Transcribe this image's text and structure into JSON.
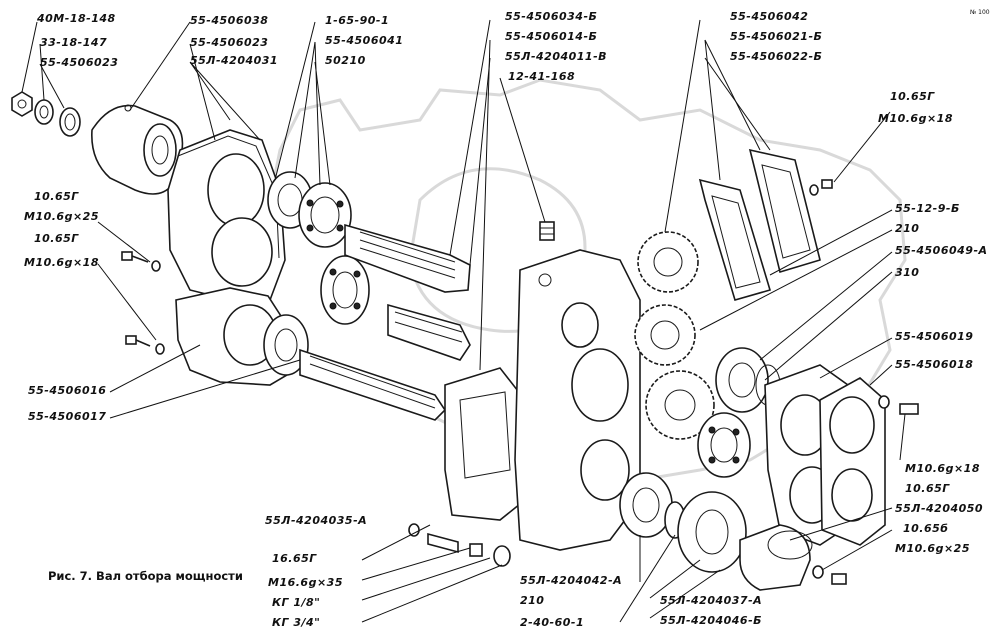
{
  "caption": "Рис. 7. Вал отбора мощности",
  "corner_mark": "№ 100",
  "labels": {
    "l01": "40М-18-148",
    "l02": "33-18-147",
    "l03": "55-4506023",
    "l04": "55-4506038",
    "l05": "55-4506023",
    "l06": "55Л-4204031",
    "l07": "1-65-90-1",
    "l08": "55-4506041",
    "l09": "50210",
    "l10": "55-4506034-Б",
    "l11": "55-4506014-Б",
    "l12": "55Л-4204011-В",
    "l13": "12-41-168",
    "l14": "55-4506042",
    "l15": "55-4506021-Б",
    "l16": "55-4506022-Б",
    "l17": "10.65Г",
    "l18": "М10.6g×18",
    "l19": "10.65Г",
    "l20": "М10.6g×25",
    "l21": "10.65Г",
    "l22": "М10.6g×18",
    "l23": "55-12-9-Б",
    "l24": "210",
    "l25": "55-4506049-А",
    "l26": "310",
    "l27": "55-4506016",
    "l28": "55-4506017",
    "l29": "55-4506019",
    "l30": "55-4506018",
    "l31": "М10.6g×18",
    "l32": "10.65Г",
    "l33": "55Л-4204050",
    "l34": "10.65б",
    "l35": "М10.6g×25",
    "l36": "55Л-4204035-А",
    "l37": "16.65Г",
    "l38": "М16.6g×35",
    "l39": "КГ 1/8\"",
    "l40": "КГ 3/4\"",
    "l41": "55Л-4204042-А",
    "l42": "210",
    "l43": "2-40-60-1",
    "l44": "55Л-4204037-А",
    "l45": "55Л-4204046-Б"
  },
  "colors": {
    "ink": "#1a1a1a",
    "paper": "#ffffff",
    "watermark": "#d9d9d9"
  }
}
